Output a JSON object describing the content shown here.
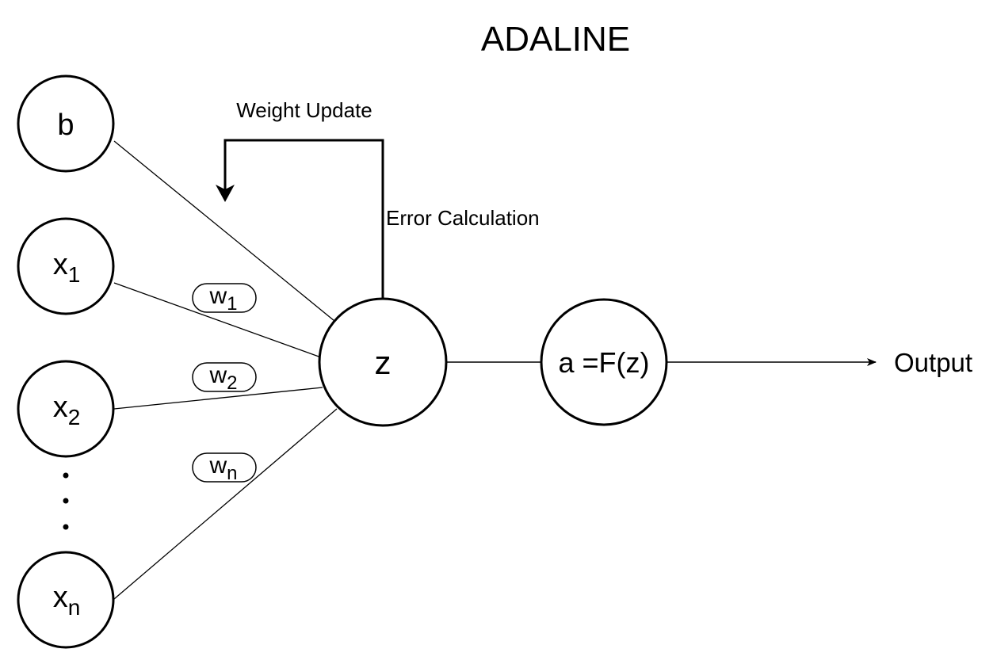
{
  "title": "ADALINE",
  "nodes": {
    "bias": "b",
    "x1": {
      "base": "x",
      "sub": "1"
    },
    "x2": {
      "base": "x",
      "sub": "2"
    },
    "xn": {
      "base": "x",
      "sub": "n"
    },
    "sum": "z",
    "activation": "a =F(z)"
  },
  "weights": {
    "w1": {
      "base": "w",
      "sub": "1"
    },
    "w2": {
      "base": "w",
      "sub": "2"
    },
    "wn": {
      "base": "w",
      "sub": "n"
    }
  },
  "feedback": {
    "weight_update": "Weight Update",
    "error_calculation": "Error Calculation"
  },
  "output_label": "Output",
  "colors": {
    "stroke": "#000000",
    "background": "#ffffff"
  }
}
